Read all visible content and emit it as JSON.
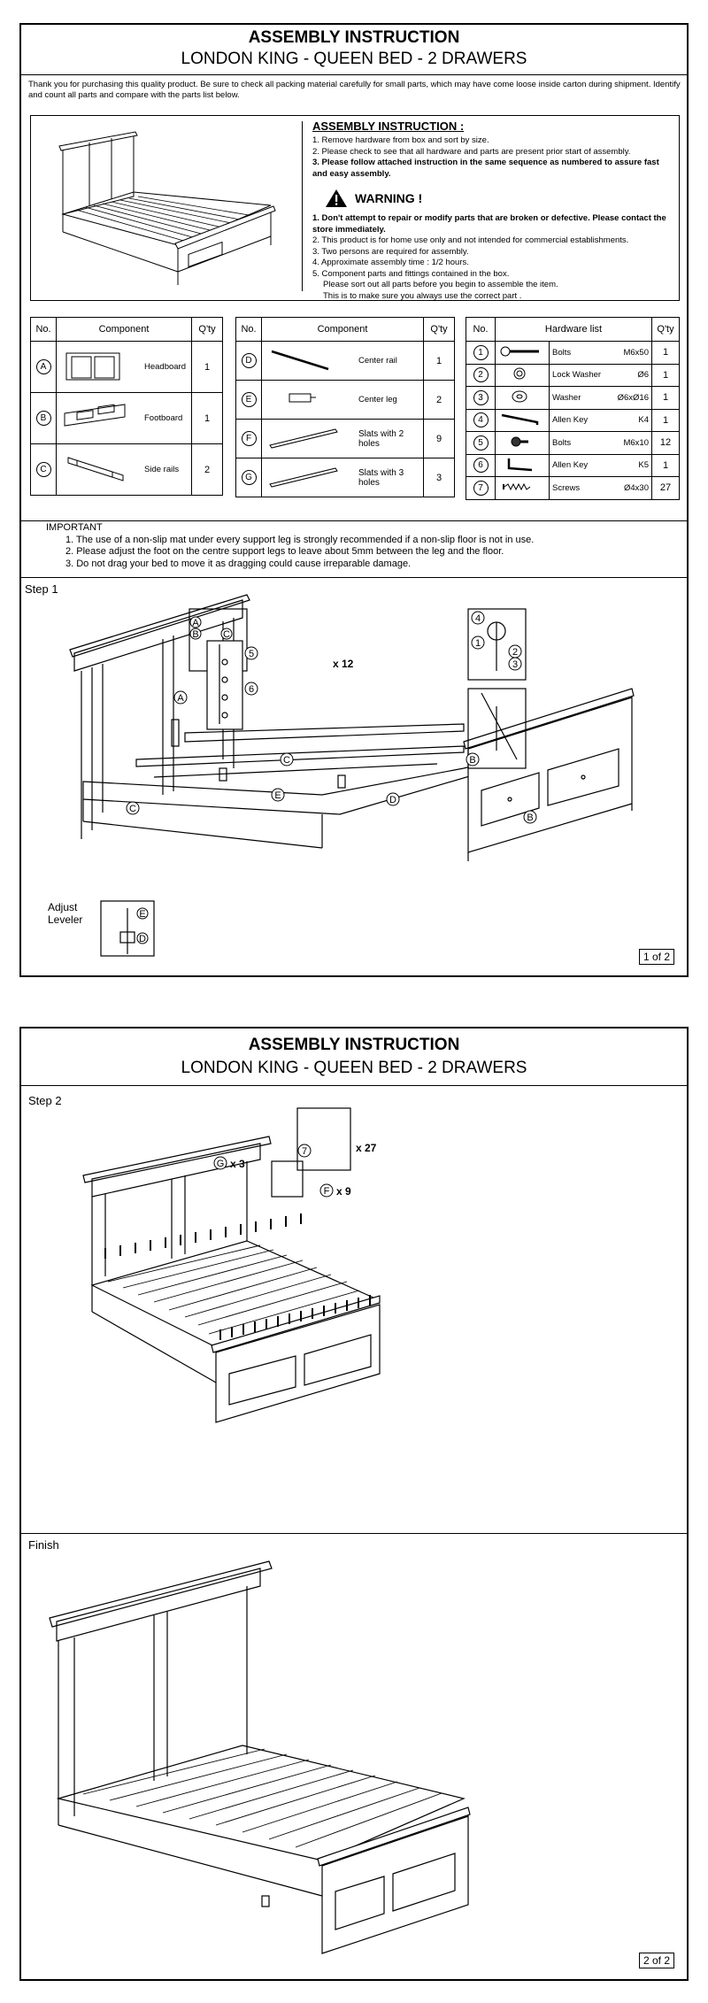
{
  "page1": {
    "title": "ASSEMBLY INSTRUCTION",
    "subtitle": "LONDON KING - QUEEN BED - 2 DRAWERS",
    "intro": "Thank you for purchasing this quality product. Be sure to check all packing material carefully for small parts, which may have come loose inside carton during shipment. Identify and count all parts and compare with the parts list below.",
    "instructions": {
      "title": "ASSEMBLY INSTRUCTION :",
      "items": [
        "1. Remove hardware from box and sort by size.",
        "2. Please check to see that all hardware and parts are present prior start of assembly.",
        "3. Please follow attached instruction in the same sequence as numbered to assure fast and easy assembly."
      ]
    },
    "warning": {
      "title": "WARNING !",
      "items": [
        "1. Don't attempt to repair or modify parts that are broken or defective. Please contact the store immediately.",
        "2. This product is for home use only and not intended for commercial establishments.",
        "3. Two persons are required for assembly.",
        "4. Approximate assembly time : 1/2 hours.",
        "5. Component parts and fittings contained in the box.",
        "Please sort out all parts before you begin to assemble the item.",
        "This is to make sure you always use the correct part ."
      ]
    },
    "components_a": {
      "headers": [
        "No.",
        "Component",
        "Q'ty"
      ],
      "rows": [
        {
          "no": "A",
          "name": "Headboard",
          "qty": "1"
        },
        {
          "no": "B",
          "name": "Footboard",
          "qty": "1"
        },
        {
          "no": "C",
          "name": "Side rails",
          "qty": "2"
        }
      ]
    },
    "components_b": {
      "headers": [
        "No.",
        "Component",
        "Q'ty"
      ],
      "rows": [
        {
          "no": "D",
          "name": "Center rail",
          "qty": "1"
        },
        {
          "no": "E",
          "name": "Center leg",
          "qty": "2"
        },
        {
          "no": "F",
          "name": "Slats with 2 holes",
          "qty": "9"
        },
        {
          "no": "G",
          "name": "Slats with 3 holes",
          "qty": "3"
        }
      ]
    },
    "hardware": {
      "headers": [
        "No.",
        "Hardware list",
        "Q'ty"
      ],
      "rows": [
        {
          "no": "1",
          "name": "Bolts",
          "size": "M6x50",
          "qty": "1"
        },
        {
          "no": "2",
          "name": "Lock Washer",
          "size": "Ø6",
          "qty": "1"
        },
        {
          "no": "3",
          "name": "Washer",
          "size": "Ø6xØ16",
          "qty": "1"
        },
        {
          "no": "4",
          "name": "Allen Key",
          "size": "K4",
          "qty": "1"
        },
        {
          "no": "5",
          "name": "Bolts",
          "size": "M6x10",
          "qty": "12"
        },
        {
          "no": "6",
          "name": "Allen Key",
          "size": "K5",
          "qty": "1"
        },
        {
          "no": "7",
          "name": "Screws",
          "size": "Ø4x30",
          "qty": "27"
        }
      ]
    },
    "important": {
      "title": "IMPORTANT",
      "items": [
        "1. The use of a non-slip mat under every support leg is strongly recommended if a non-slip floor is not in use.",
        "2. Please adjust the foot on the centre support legs to leave about 5mm between the leg and the floor.",
        "3. Do not drag your bed to move it as dragging could cause irreparable damage."
      ]
    },
    "step": "Step 1",
    "callouts": {
      "x12": "x 12",
      "adjust_leveler": "Adjust\nLeveler"
    },
    "page_number": "1 of 2"
  },
  "page2": {
    "title": "ASSEMBLY INSTRUCTION",
    "subtitle": "LONDON KING - QUEEN BED - 2 DRAWERS",
    "step": "Step 2",
    "callouts": {
      "g_x3": "x 3",
      "f_x9": "x 9",
      "x27": "x 27"
    },
    "finish": "Finish",
    "page_number": "2 of 2"
  }
}
